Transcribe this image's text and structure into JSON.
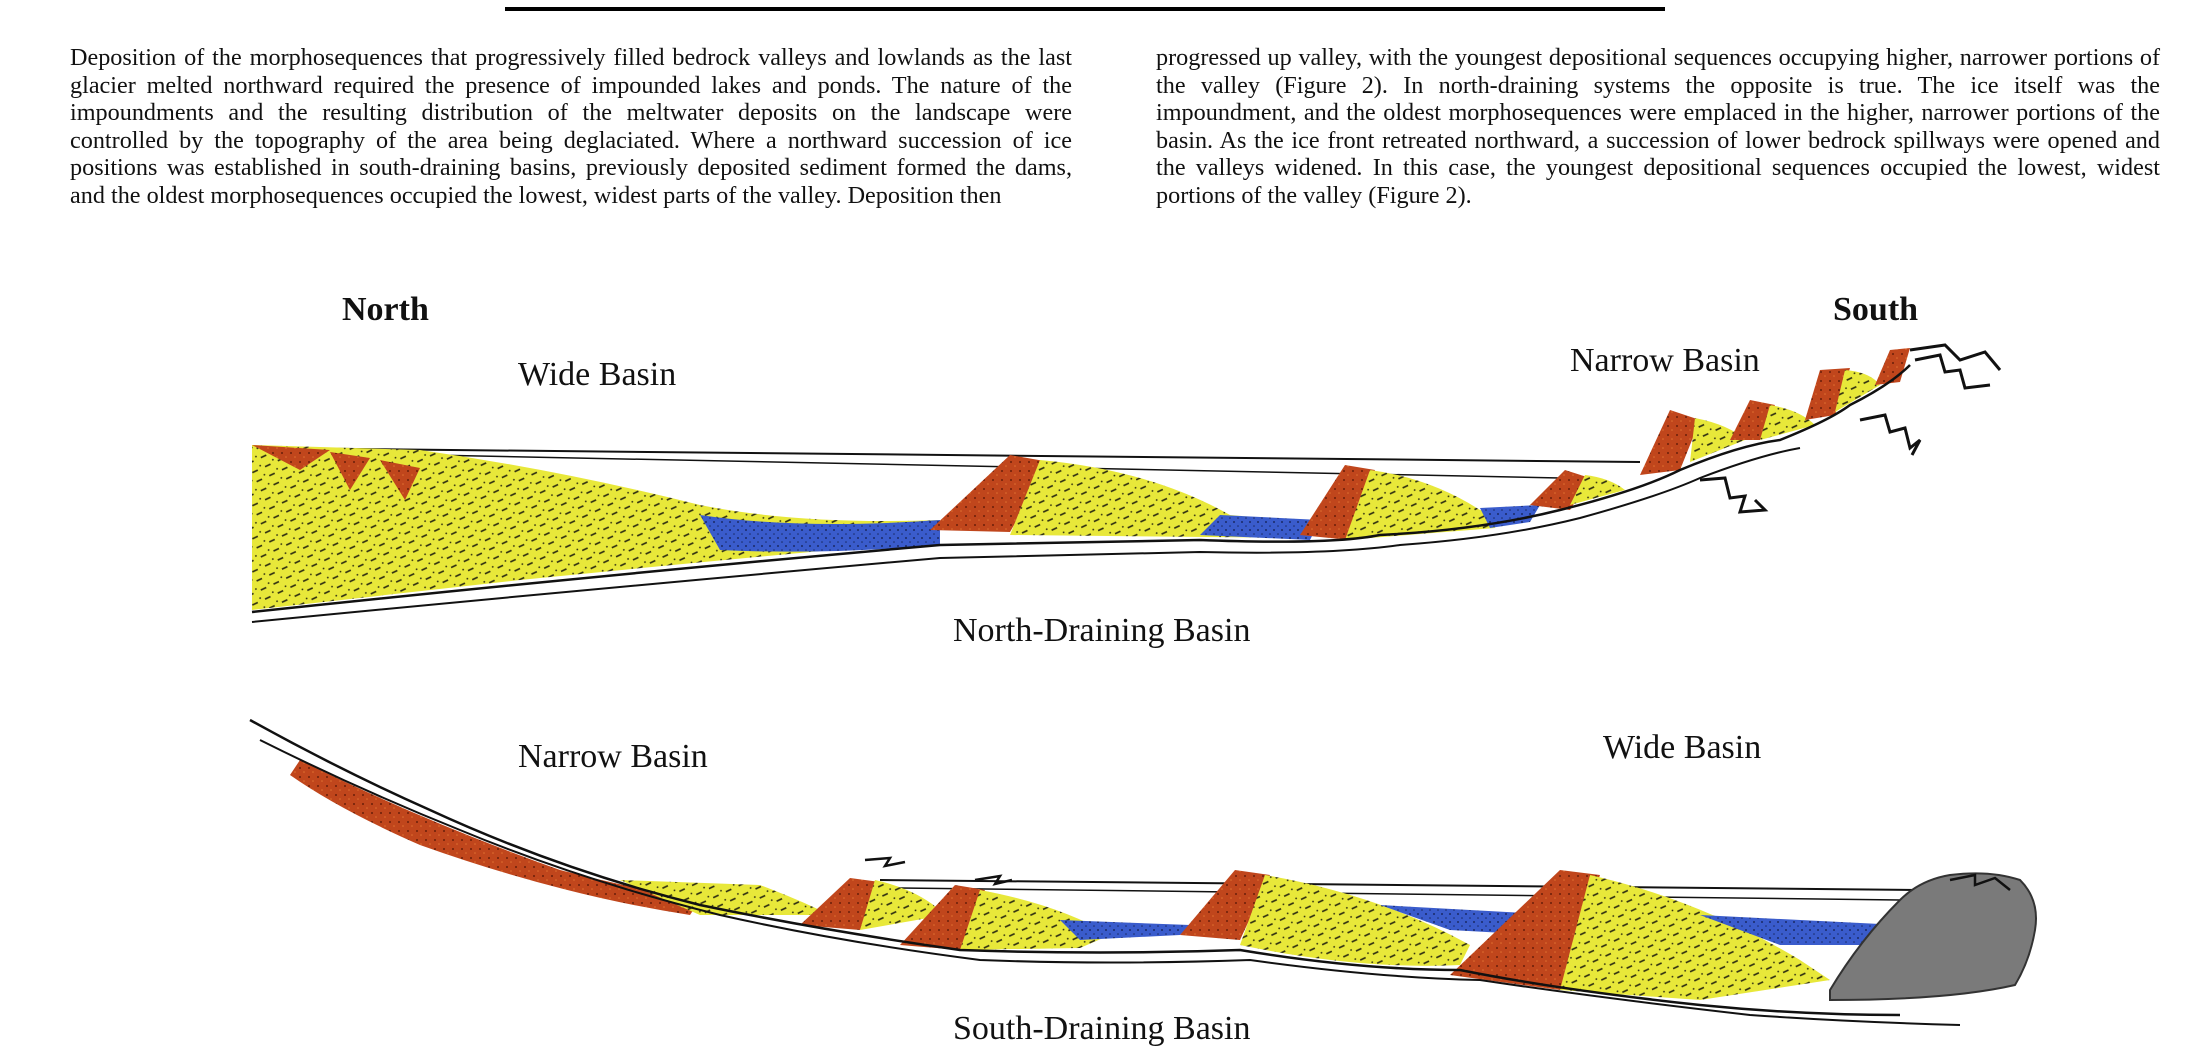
{
  "text": {
    "left_paragraph": "Deposition of the morphosequences that progressively filled bedrock valleys and lowlands as the last glacier melted northward required the presence of impounded lakes and ponds. The nature of the impoundments and the resulting distribution of the meltwater deposits on the landscape were controlled by the topography of the area being deglaciated.  Where a northward succession of ice positions was established in south-draining basins, previously deposited sediment formed the dams, and the oldest morphosequences occupied the lowest, widest parts of the valley. Deposition then",
    "right_paragraph": "progressed up valley, with the youngest depositional sequences occupying higher, narrower portions of the valley (Figure 2). In north-draining systems the opposite is true. The ice itself was the impoundment, and the oldest morphosequences were emplaced in the higher, narrower portions of the basin. As the ice front retreated northward, a succession of lower bedrock spillways were opened and the valleys widened. In this case, the youngest depositional sequences occupied the lowest, widest portions of the valley (Figure 2)."
  },
  "figure": {
    "north_label": "North",
    "south_label": "South",
    "top_panel": {
      "left_label": "Wide Basin",
      "right_label": "Narrow Basin",
      "caption": "North-Draining Basin"
    },
    "bottom_panel": {
      "left_label": "Narrow Basin",
      "right_label": "Wide Basin",
      "caption": "South-Draining Basin"
    }
  },
  "colors": {
    "sand": "#e8e83a",
    "gravel": "#c0461c",
    "lake_clay": "#3a5ccc",
    "ice": "#7a7a7a",
    "bedrock_line": "#111111"
  }
}
